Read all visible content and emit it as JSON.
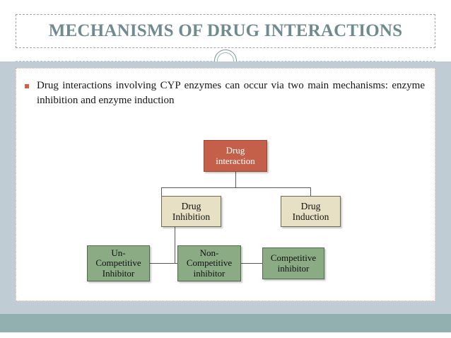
{
  "slide": {
    "title": "MECHANISMS OF DRUG INTERACTIONS",
    "bullet_text": "Drug interactions involving CYP enzymes can occur via two main mechanisms: enzyme inhibition and enzyme induction"
  },
  "diagram": {
    "root": {
      "line1": "Drug",
      "line2": "interaction"
    },
    "level2": [
      {
        "line1": "Drug",
        "line2": "Inhibition"
      },
      {
        "line1": "Drug",
        "line2": "Induction"
      }
    ],
    "level3": [
      {
        "line1": "Un-",
        "line2": "Competitive",
        "line3": "Inhibitor"
      },
      {
        "line1": "Non-",
        "line2": "Competitive",
        "line3": "inhibitor"
      },
      {
        "line1": "Competitive",
        "line2": "inhibitor",
        "line3": ""
      }
    ]
  },
  "colors": {
    "title_text": "#6f8b8f",
    "root_fill": "#c4604a",
    "mid_fill": "#e7e0c5",
    "leaf_fill": "#8aab84",
    "body_background": "#c0ccd3",
    "footer_band": "#93b0b0",
    "bullet_marker": "#d2603f",
    "content_border": "#e8a98f"
  }
}
